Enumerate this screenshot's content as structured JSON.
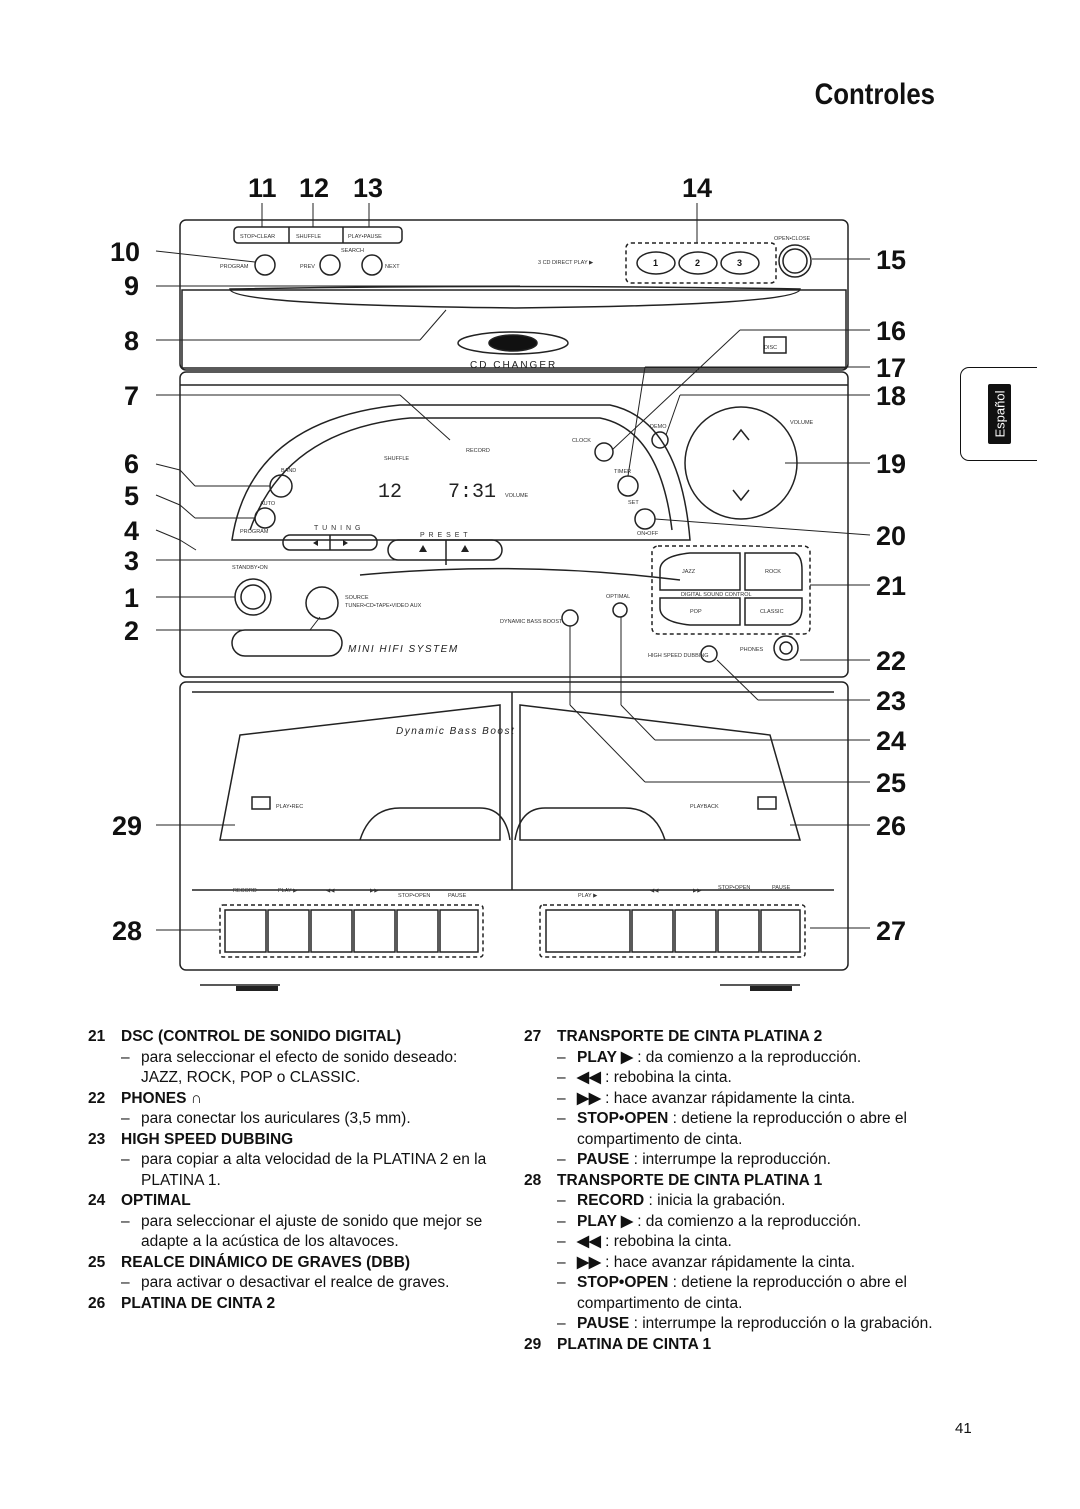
{
  "page_title": "Controles",
  "side_tab": "Español",
  "figure": {
    "callouts": [
      "1",
      "2",
      "3",
      "4",
      "5",
      "6",
      "7",
      "8",
      "9",
      "10",
      "11",
      "12",
      "13",
      "14",
      "15",
      "16",
      "17",
      "18",
      "19",
      "20",
      "21",
      "22",
      "23",
      "24",
      "25",
      "26",
      "27",
      "28",
      "29"
    ],
    "labels": {
      "stop_clear": "STOP•CLEAR",
      "shuffle": "SHUFFLE",
      "play_pause": "PLAY•PAUSE",
      "program_cd": "PROGRAM",
      "search": "SEARCH",
      "prev": "PREV",
      "next": "NEXT",
      "cd_direct_play": "3 CD DIRECT PLAY ▶",
      "cd1": "1",
      "cd2": "2",
      "cd3": "3",
      "open_close": "OPEN•CLOSE",
      "cd_changer": "CD CHANGER",
      "compact_disc": "DISC",
      "band": "BAND",
      "auto": "AUTO",
      "program_tuner": "PROGRAM",
      "tuning": "T U N I N G",
      "preset": "P R E S E T",
      "display_time": "7:31",
      "display_num": "12",
      "shuffle_disp": "SHUFFLE",
      "record_disp": "RECORD",
      "volume_disp": "VOLUME",
      "clock": "CLOCK",
      "timer": "TIMER",
      "set": "SET",
      "on_off": "ON•OFF",
      "demo": "DEMO",
      "volume": "VOLUME",
      "standby_on": "STANDBY•ON",
      "source": "SOURCE",
      "source_sub": "TUNER•CD•TAPE•VIDEO AUX",
      "mini_hifi": "MINI HIFI SYSTEM",
      "dbb": "DYNAMIC BASS BOOST",
      "optimal": "OPTIMAL",
      "jazz": "JAZZ",
      "rock": "ROCK",
      "pop": "POP",
      "classic": "CLASSIC",
      "dsc": "DIGITAL SOUND CONTROL",
      "hsd": "HIGH SPEED DUBBING",
      "phones": "PHONES",
      "dyn_bass": "Dynamic Bass Boost",
      "play_rec": "PLAY•REC",
      "playback": "PLAYBACK",
      "deck1_keys": [
        "RECORD",
        "PLAY ▶",
        "◀◀",
        "▶▶",
        "STOP•OPEN",
        "PAUSE"
      ],
      "deck2_keys": [
        "PLAY ▶",
        "◀◀",
        "▶▶",
        "STOP•OPEN",
        "PAUSE"
      ]
    }
  },
  "left_column": [
    {
      "num": "21",
      "heading": "DSC (CONTROL DE SONIDO DIGITAL)",
      "items": [
        "para seleccionar el efecto de sonido deseado: JAZZ, ROCK, POP o CLASSIC."
      ]
    },
    {
      "num": "22",
      "heading": "PHONES",
      "items": [
        "para conectar los auriculares (3,5 mm)."
      ]
    },
    {
      "num": "23",
      "heading": "HIGH SPEED DUBBING",
      "items": [
        "para copiar a alta velocidad de la PLATINA 2 en la PLATINA 1."
      ]
    },
    {
      "num": "24",
      "heading": "OPTIMAL",
      "items": [
        "para seleccionar el ajuste de sonido que mejor se adapte a la acústica de los altavoces."
      ]
    },
    {
      "num": "25",
      "heading": "REALCE DINÁMICO DE GRAVES (DBB)",
      "items": [
        "para activar o desactivar el realce de graves."
      ]
    },
    {
      "num": "26",
      "heading": "PLATINA DE CINTA 2",
      "items": []
    }
  ],
  "right_column": [
    {
      "num": "27",
      "heading": "TRANSPORTE DE CINTA PLATINA 2",
      "items": [
        {
          "key": "PLAY ▶",
          "text": ": da comienzo a la reproducción."
        },
        {
          "key": "◀◀",
          "text": ": rebobina la cinta."
        },
        {
          "key": "▶▶",
          "text": ": hace avanzar rápidamente la cinta."
        },
        {
          "key": "STOP•OPEN",
          "text": ": detiene la reproducción o abre el compartimento de cinta."
        },
        {
          "key": "PAUSE",
          "text": ": interrumpe la reproducción."
        }
      ]
    },
    {
      "num": "28",
      "heading": "TRANSPORTE DE CINTA PLATINA 1",
      "items": [
        {
          "key": "RECORD",
          "text": ": inicia la grabación."
        },
        {
          "key": "PLAY ▶",
          "text": ": da comienzo a la reproducción."
        },
        {
          "key": "◀◀",
          "text": ": rebobina la cinta."
        },
        {
          "key": "▶▶",
          "text": ": hace avanzar rápidamente la cinta."
        },
        {
          "key": "STOP•OPEN",
          "text": ": detiene la reproducción o abre el compartimento de cinta."
        },
        {
          "key": "PAUSE",
          "text": ": interrumpe la reproducción o la grabación."
        }
      ]
    },
    {
      "num": "29",
      "heading": "PLATINA DE CINTA 1",
      "items": []
    }
  ],
  "page_number": "41"
}
